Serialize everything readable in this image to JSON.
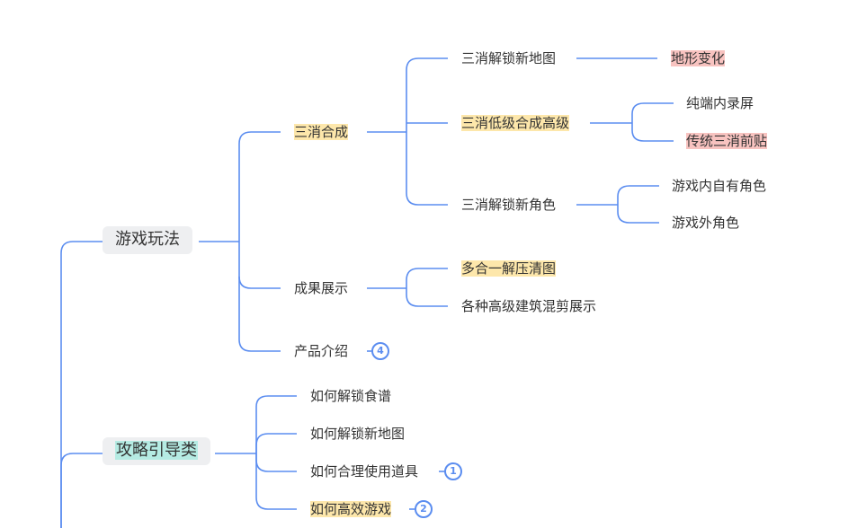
{
  "colors": {
    "line": "#5b8df0",
    "highlight_yellow": "#fde7ab",
    "highlight_pink": "#f8c3c0",
    "highlight_green": "#b5ebe3",
    "root_bg": "#eeeff1"
  },
  "mindmap": {
    "game_play": {
      "label": "游戏玩法",
      "match3_merge": {
        "label": "三消合成",
        "unlock_map": {
          "label": "三消解锁新地图",
          "terrain": "地形变化"
        },
        "low_merge_high": {
          "label": "三消低级合成高级",
          "screen_record": "纯端内录屏",
          "classic_intro": "传统三消前贴"
        },
        "unlock_role": {
          "label": "三消解锁新角色",
          "in_game_role": "游戏内自有角色",
          "out_game_role": "游戏外角色"
        }
      },
      "results_show": {
        "label": "成果展示",
        "multi_merge": "多合一解压清图",
        "building_mix": "各种高级建筑混剪展示"
      },
      "product_intro": {
        "label": "产品介绍",
        "badge": "4"
      }
    },
    "guide": {
      "label": "攻略引导类",
      "unlock_recipe": "如何解锁食谱",
      "unlock_new_map": "如何解锁新地图",
      "use_props": {
        "label": "如何合理使用道具",
        "badge": "1"
      },
      "efficient_play": {
        "label": "如何高效游戏",
        "badge": "2"
      }
    }
  }
}
